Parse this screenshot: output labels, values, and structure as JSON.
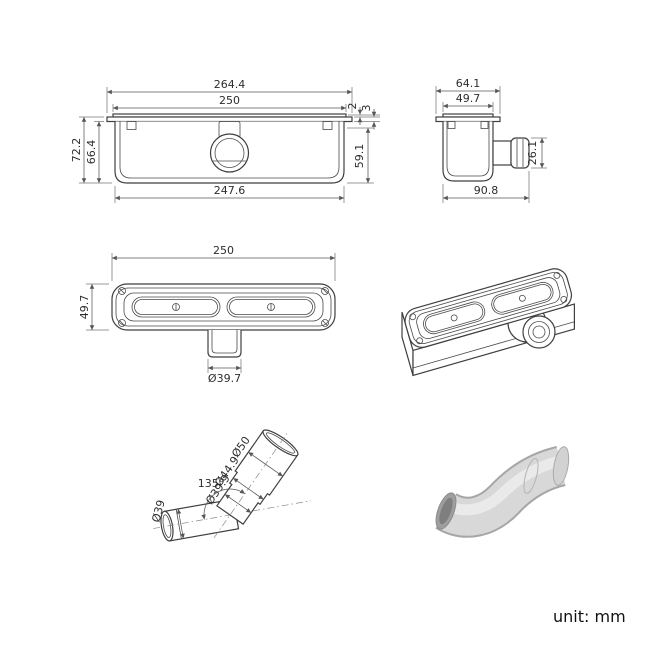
{
  "unit_label": "unit: mm",
  "front_view": {
    "overall_width": "264.4",
    "grate_width": "250",
    "grate_gap": "2",
    "flange_thickness": "3",
    "overall_height": "72.2",
    "body_height": "66.4",
    "inner_height": "59.1",
    "bottom_width": "247.6"
  },
  "side_view": {
    "overall_width": "64.1",
    "grate_width": "49.7",
    "outlet_height": "26.1",
    "overall_depth": "90.8"
  },
  "top_view": {
    "length": "250",
    "width": "49.7",
    "outlet_diameter": "Ø39.7"
  },
  "elbow_view": {
    "bend_angle": "135°",
    "outlet_od": "Ø50",
    "mid_od": "Ø44.9",
    "neck_od": "Ø39.9",
    "inlet_od": "Ø39"
  }
}
